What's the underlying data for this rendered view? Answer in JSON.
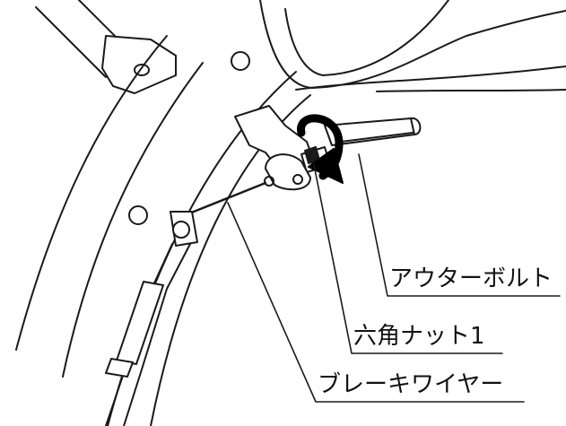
{
  "labels": {
    "outer_bolt": "アウターボルト",
    "hex_nut": "六角ナット1",
    "brake_wire": "ブレーキワイヤー"
  },
  "colors": {
    "line": "#1a1a1a",
    "fill": "#ffffff",
    "accent": "#000000"
  },
  "icons": {
    "rotation": "curved-arrow-icon"
  }
}
